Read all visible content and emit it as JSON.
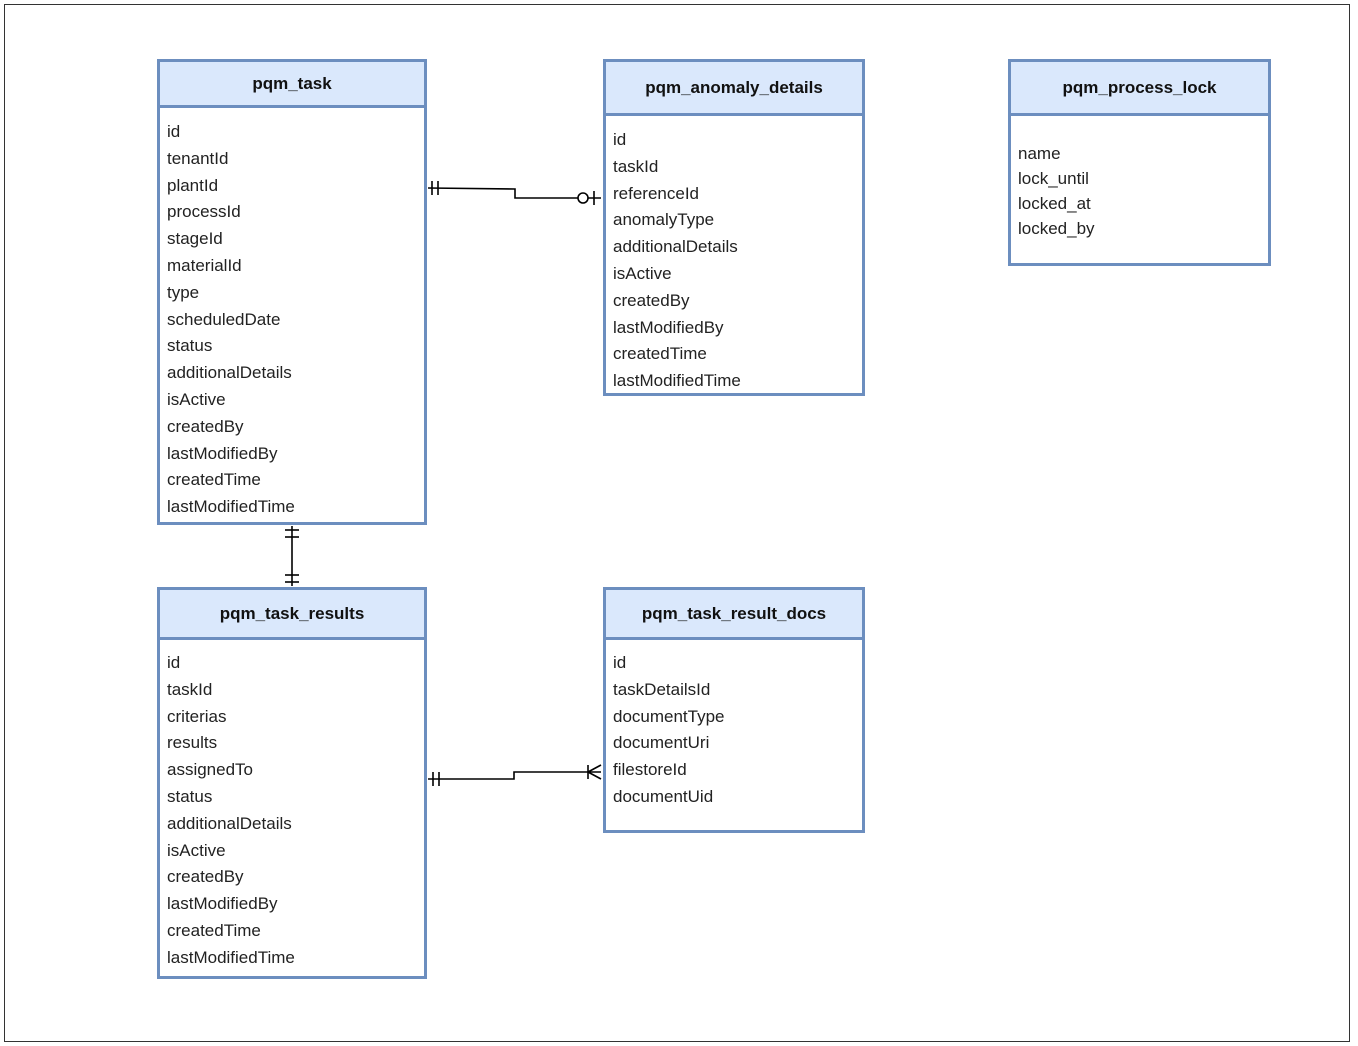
{
  "diagram": {
    "entities": [
      {
        "key": "pqm_task",
        "name": "pqm_task",
        "fields": [
          "id",
          "tenantId",
          "plantId",
          "processId",
          "stageId",
          "materialId",
          "type",
          "scheduledDate",
          "status",
          "additionalDetails",
          "isActive",
          "createdBy",
          "lastModifiedBy",
          "createdTime",
          "lastModifiedTime"
        ]
      },
      {
        "key": "pqm_anomaly_details",
        "name": "pqm_anomaly_details",
        "fields": [
          "id",
          "taskId",
          "referenceId",
          "anomalyType",
          "additionalDetails",
          "isActive",
          "createdBy",
          "lastModifiedBy",
          "createdTime",
          "lastModifiedTime"
        ]
      },
      {
        "key": "pqm_process_lock",
        "name": "pqm_process_lock",
        "fields": [
          "name",
          "lock_until",
          "locked_at",
          "locked_by"
        ]
      },
      {
        "key": "pqm_task_results",
        "name": "pqm_task_results",
        "fields": [
          "id",
          "taskId",
          "criterias",
          "results",
          "assignedTo",
          "status",
          "additionalDetails",
          "isActive",
          "createdBy",
          "lastModifiedBy",
          "createdTime",
          "lastModifiedTime"
        ]
      },
      {
        "key": "pqm_task_result_docs",
        "name": "pqm_task_result_docs",
        "fields": [
          "id",
          "taskDetailsId",
          "documentType",
          "documentUri",
          "filestoreId",
          "documentUid"
        ]
      }
    ],
    "relationships": [
      {
        "from": "pqm_task",
        "to": "pqm_anomaly_details",
        "from_cardinality": "one-and-only-one",
        "to_cardinality": "zero-or-one"
      },
      {
        "from": "pqm_task",
        "to": "pqm_task_results",
        "from_cardinality": "one-and-only-one",
        "to_cardinality": "one-and-only-one"
      },
      {
        "from": "pqm_task_results",
        "to": "pqm_task_result_docs",
        "from_cardinality": "one-and-only-one",
        "to_cardinality": "one-or-many"
      }
    ],
    "colors": {
      "header_fill": "#dae8fc",
      "border": "#6c8ebf",
      "line": "#000000"
    }
  }
}
